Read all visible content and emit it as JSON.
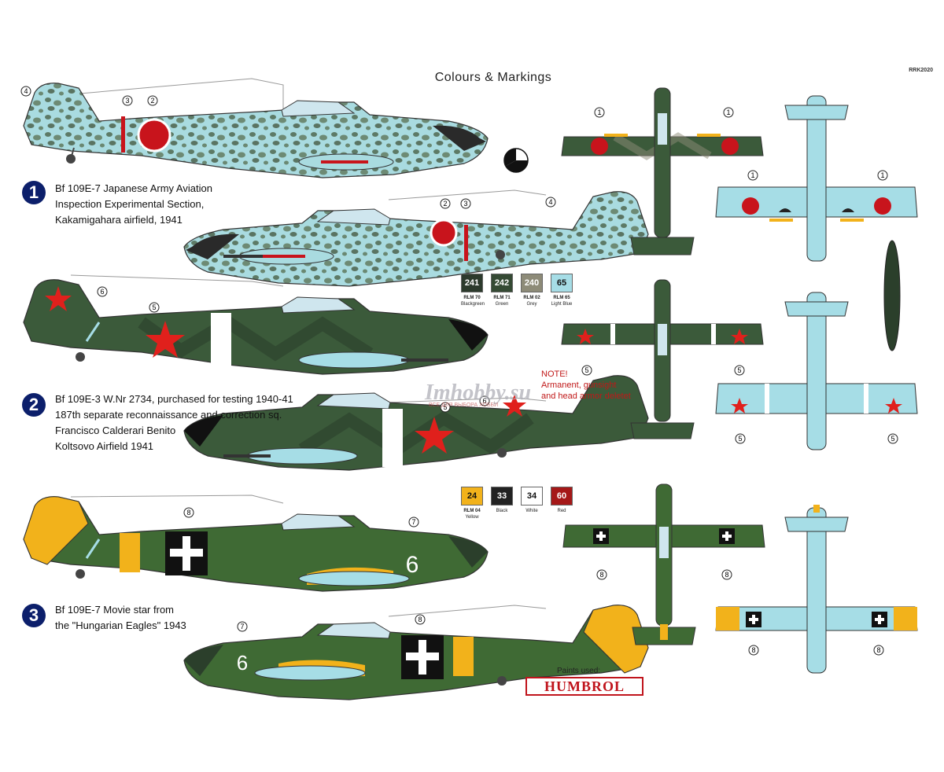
{
  "header": {
    "title": "Colours & Markings",
    "code": "RRK2020"
  },
  "schemes": [
    {
      "number": "1",
      "lines": [
        "Bf 109E-7 Japanese Army Aviation",
        "Inspection Experimental Section,",
        "Kakamigahara airfield, 1941"
      ]
    },
    {
      "number": "2",
      "lines": [
        "Bf 109E-3 W.Nr 2734, purchased for testing 1940-41",
        "187th separate reconnaissance and correction sq.",
        "Francisco Calderari Benito",
        "Koltsovo Airfield 1941"
      ]
    },
    {
      "number": "3",
      "lines": [
        "Bf 109E-7 Movie star from",
        "the \"Hungarian Eagles\" 1943"
      ]
    }
  ],
  "palette_1": [
    {
      "code": "241",
      "rlm": "RLM 70",
      "name": "Blackgreen",
      "color": "#2c3a2c",
      "text_color": "#ffffff"
    },
    {
      "code": "242",
      "rlm": "RLM 71",
      "name": "Green",
      "color": "#354a34",
      "text_color": "#ffffff"
    },
    {
      "code": "240",
      "rlm": "RLM 02",
      "name": "Grey",
      "color": "#8d8b78",
      "text_color": "#ffffff"
    },
    {
      "code": "65",
      "rlm": "RLM 65",
      "name": "Light Blue",
      "color": "#a6dde6",
      "text_color": "#111111"
    }
  ],
  "palette_2": [
    {
      "code": "24",
      "rlm": "RLM 04",
      "name": "Yellow",
      "color": "#f2b21b",
      "text_color": "#111111"
    },
    {
      "code": "33",
      "rlm": "",
      "name": "Black",
      "color": "#222222",
      "text_color": "#ffffff"
    },
    {
      "code": "34",
      "rlm": "",
      "name": "White",
      "color": "#ffffff",
      "text_color": "#111111"
    },
    {
      "code": "60",
      "rlm": "",
      "name": "Red",
      "color": "#a51818",
      "text_color": "#ffffff"
    }
  ],
  "note": {
    "title": "NOTE!",
    "lines": [
      "Armanent, gunsight",
      "and head armor deletet"
    ]
  },
  "paints": {
    "label": "Paints used:",
    "brand": "HUMBROL"
  },
  "watermark": {
    "main": "Imhobby.su",
    "sub": "ВСЕ ДЛЯ ВЫБОРА ХОББИ"
  },
  "callouts": {
    "c1": "1",
    "c2": "2",
    "c3": "3",
    "c4": "4",
    "c5": "5",
    "c6": "6",
    "c7": "7",
    "c8": "8"
  },
  "fuselage_number": "6",
  "colors": {
    "jp_light": "#a9dbe0",
    "jp_mottle": "#5d7a66",
    "jp_hinomaru": "#c8141c",
    "sov_green": "#3b5a3a",
    "sov_dark": "#2b3f2b",
    "light_blue": "#a6dde6",
    "soviet_star": "#e0201c",
    "hu_green": "#3f6a34",
    "hu_yellow": "#f2b21b",
    "cross_black": "#111111",
    "canopy": "#cfe6ee",
    "navy": "#0c1f6b"
  }
}
